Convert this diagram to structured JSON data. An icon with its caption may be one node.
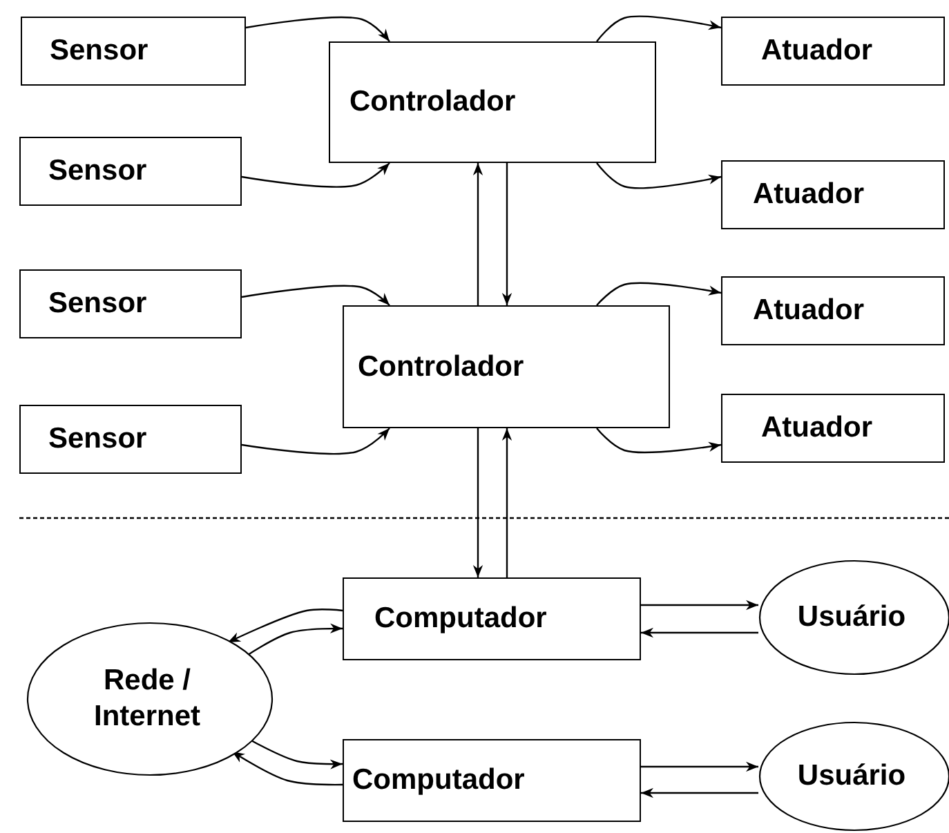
{
  "diagram": {
    "nodes": [
      {
        "text": [
          "Sensor"
        ]
      },
      {
        "text": [
          "Controlador"
        ]
      },
      {
        "text": [
          "Atuador"
        ]
      },
      {
        "text": [
          "Sensor"
        ]
      },
      {
        "text": [
          "Atuador"
        ]
      },
      {
        "text": [
          "Sensor"
        ]
      },
      {
        "text": [
          "Controlador"
        ]
      },
      {
        "text": [
          "Atuador"
        ]
      },
      {
        "text": [
          "Sensor"
        ]
      },
      {
        "text": [
          "Atuador"
        ]
      },
      {
        "text": [
          "Computador"
        ]
      },
      {
        "text": [
          "Usuário"
        ]
      },
      {
        "text": [
          "Rede / Internet"
        ]
      },
      {
        "text": [
          "Computador"
        ]
      },
      {
        "text": [
          "Usuário"
        ]
      }
    ],
    "edges": [
      {
        "from": 0,
        "to": 1,
        "arrow": "to"
      },
      {
        "from": 3,
        "to": 1,
        "arrow": "to"
      },
      {
        "from": 1,
        "to": 2,
        "arrow": "to"
      },
      {
        "from": 1,
        "to": 4,
        "arrow": "to"
      },
      {
        "from": 5,
        "to": 6,
        "arrow": "to"
      },
      {
        "from": 8,
        "to": 6,
        "arrow": "to"
      },
      {
        "from": 6,
        "to": 7,
        "arrow": "to"
      },
      {
        "from": 6,
        "to": 9,
        "arrow": "to"
      },
      {
        "from": 6,
        "to": 1,
        "arrow": "to"
      },
      {
        "from": 1,
        "to": 6,
        "arrow": "to"
      },
      {
        "from": 6,
        "to": 10,
        "arrow": "to"
      },
      {
        "from": 10,
        "to": 6,
        "arrow": "to"
      },
      {
        "from": 10,
        "to": 11,
        "arrow": "to"
      },
      {
        "from": 11,
        "to": 10,
        "arrow": "to"
      },
      {
        "from": 10,
        "to": 12,
        "arrow": "to"
      },
      {
        "from": 12,
        "to": 10,
        "arrow": "to"
      },
      {
        "from": 12,
        "to": 13,
        "arrow": "to"
      },
      {
        "from": 13,
        "to": 12,
        "arrow": "to"
      },
      {
        "from": 13,
        "to": 14,
        "arrow": "to"
      },
      {
        "from": 14,
        "to": 13,
        "arrow": "to"
      }
    ]
  }
}
